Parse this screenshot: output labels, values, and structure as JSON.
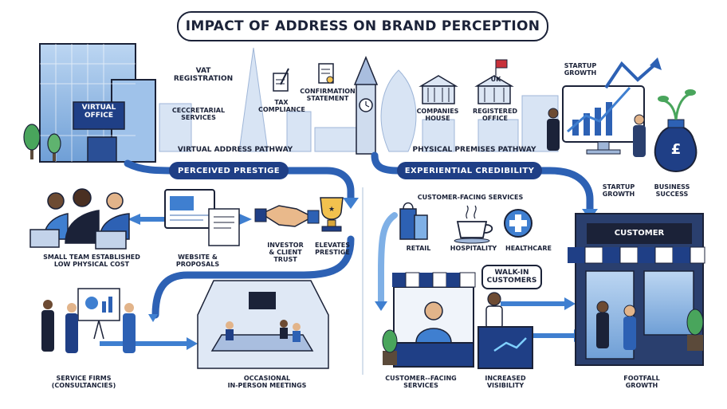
{
  "title": "IMPACT OF ADDRESS ON BRAND PERCEPTION",
  "left": {
    "building_sign": "VIRTUAL\nOFFICE",
    "items": [
      "VAT\nREGISTRATION",
      "CECCRETARIAL\nSERVICES",
      "TAX\nCOMPLIANCE",
      "CONFIRMATION\nSTATEMENT"
    ],
    "pathway": "VIRTUAL ADDRESS PATHWAY",
    "banner": "PERCEIVED PRESTIGE",
    "team": "SMALL TEAM ESTABLISHED\nLOW PHYSICAL COST",
    "website": "WEBSITE &\nPROPOSALS",
    "trust": "INVESTOR\n& CLIENT\nTRUST",
    "prestige": "ELEVATES\nPRESTIGE",
    "service_firms": "SERVICE FIRMS\n(CONSULTANCIES)",
    "meetings": "OCCASIONAL\nIN-PERSON MEETINGS"
  },
  "right": {
    "items": [
      "COMPANIES\nHOUSE",
      "REGISTERED\nOFFICE"
    ],
    "flag_label": "UK",
    "pathway": "PHYSICAL PREMISES PATHWAY",
    "banner": "EXPERIENTIAL CREDIBILITY",
    "startup_top": "STARTUP\nGROWTH",
    "startup": "STARTUP\nGROWTH",
    "success": "BUSINESS\nSUCCESS",
    "currency_symbol": "£",
    "cfs_heading": "CUSTOMER-FACING SERVICES",
    "sectors": [
      "RETAIL",
      "HOSPITALITY",
      "HEALTHCARE"
    ],
    "shop_sign": "CUSTOMER",
    "walkin": "WALK-IN\nCUSTOMERS",
    "cfs_bottom": "CUSTOMER--FACING\nSERVICES",
    "visibility": "INCREASED\nVISIBILITY",
    "footfall": "FOOTFALL\nGROWTH"
  },
  "colors": {
    "navy": "#1f3f86",
    "dark": "#1b2238",
    "arrow": "#3f7fd0",
    "skyline": "#c9d9ef",
    "plant": "#49a55c"
  }
}
